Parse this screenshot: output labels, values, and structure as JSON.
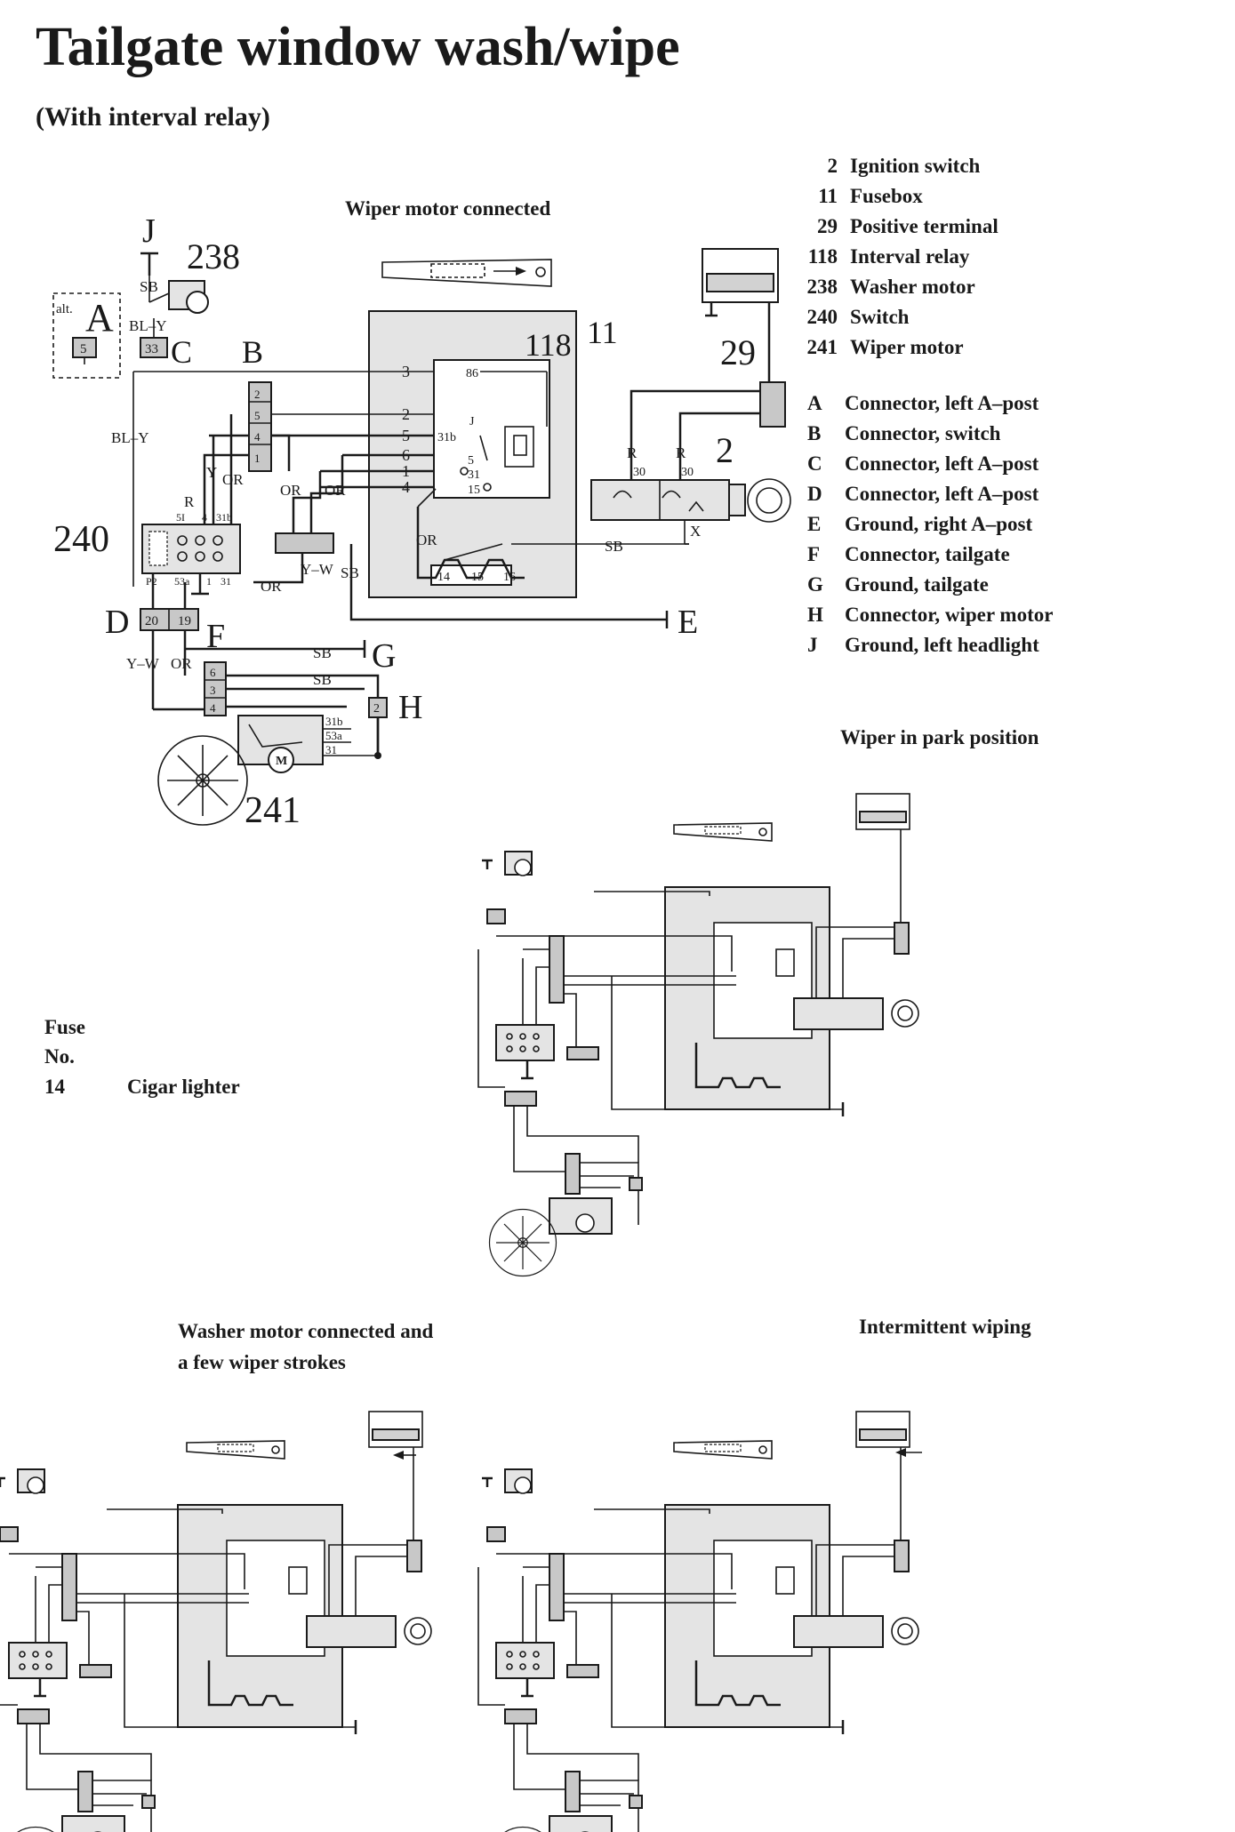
{
  "title": "Tailgate window wash/wipe",
  "subtitle": "(With interval relay)",
  "captions": {
    "main": "Wiper motor connected",
    "park": "Wiper in park position",
    "washer_line1": "Washer motor connected and",
    "washer_line2": "a few wiper strokes",
    "intermittent": "Intermittent wiping"
  },
  "legend_components": [
    {
      "code": "2",
      "label": "Ignition switch"
    },
    {
      "code": "11",
      "label": "Fusebox"
    },
    {
      "code": "29",
      "label": "Positive terminal"
    },
    {
      "code": "118",
      "label": "Interval relay"
    },
    {
      "code": "238",
      "label": "Washer motor"
    },
    {
      "code": "240",
      "label": "Switch"
    },
    {
      "code": "241",
      "label": "Wiper motor"
    }
  ],
  "legend_connectors": [
    {
      "code": "A",
      "label": "Connector, left A–post"
    },
    {
      "code": "B",
      "label": "Connector, switch"
    },
    {
      "code": "C",
      "label": "Connector, left A–post"
    },
    {
      "code": "D",
      "label": "Connector, left A–post"
    },
    {
      "code": "E",
      "label": "Ground, right A–post"
    },
    {
      "code": "F",
      "label": "Connector, tailgate"
    },
    {
      "code": "G",
      "label": "Ground, tailgate"
    },
    {
      "code": "H",
      "label": "Connector, wiper motor"
    },
    {
      "code": "J",
      "label": "Ground, left headlight"
    }
  ],
  "fuse": {
    "header1": "Fuse",
    "header2": "No.",
    "number": "14",
    "label": "Cigar lighter"
  },
  "diagram_labels": {
    "comp_238": "238",
    "comp_118": "118",
    "comp_11": "11",
    "comp_29": "29",
    "comp_2": "2",
    "comp_240": "240",
    "comp_241": "241",
    "conn_A": "A",
    "conn_alt": "alt.",
    "conn_A_pin": "5",
    "conn_B": "B",
    "conn_C": "C",
    "conn_C_pin": "33",
    "conn_D": "D",
    "conn_D_pin1": "20",
    "conn_D_pin2": "19",
    "conn_E": "E",
    "conn_F": "F",
    "conn_G": "G",
    "conn_H": "H",
    "conn_H_pin": "2",
    "conn_J": "J",
    "wire_sb": "SB",
    "wire_bly": "BL–Y",
    "wire_y": "Y",
    "wire_or": "OR",
    "wire_yw": "Y–W",
    "wire_r": "R",
    "wire_x": "X",
    "relay_pin_86": "86",
    "relay_pin_j": "J",
    "relay_pin_31b": "31b",
    "relay_pin_5": "5",
    "relay_pin_31": "31",
    "relay_pin_15": "15",
    "fb_3": "3",
    "fb_2": "2",
    "fb_5": "5",
    "fb_6": "6",
    "fb_1": "1",
    "fb_4": "4",
    "fb_14": "14",
    "fb_15": "15",
    "fb_16": "16",
    "b_2": "2",
    "b_5": "5",
    "b_4": "4",
    "b_1": "1",
    "sw_51": "5I",
    "sw_4": "4",
    "sw_31b": "31b",
    "sw_p2": "P2",
    "sw_53a": "53a",
    "sw_1": "1",
    "sw_31": "31",
    "f_6": "6",
    "f_3": "3",
    "f_4": "4",
    "m_31b": "31b",
    "m_53a": "53a",
    "m_31": "31",
    "m_M": "M",
    "ign_30a": "30",
    "ign_30b": "30"
  }
}
